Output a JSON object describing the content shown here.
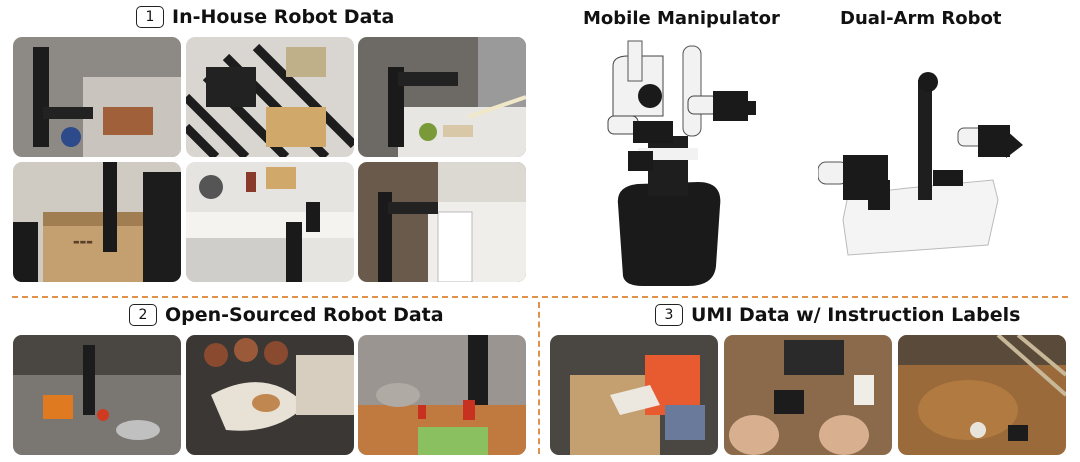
{
  "sections": {
    "in_house": {
      "number": "1",
      "title": "In-House Robot Data"
    },
    "mobile": {
      "title": "Mobile Manipulator"
    },
    "dual_arm": {
      "title": "Dual-Arm Robot"
    },
    "open_sourced": {
      "number": "2",
      "title": "Open-Sourced Robot Data"
    },
    "umi": {
      "number": "3",
      "title": "UMI Data w/ Instruction Labels"
    }
  },
  "colors": {
    "divider": "#e0914a",
    "robot_black": "#1a1a1a",
    "robot_white": "#f2f2f2"
  },
  "photos": {
    "in_house": [
      "robot-sofa-photo",
      "robot-basket-photo",
      "robot-table-fruit-photo",
      "robot-box-photo",
      "robot-kitchen-photo",
      "robot-cabinet-photo"
    ],
    "open_sourced": [
      "robot-pan-photo",
      "robot-bread-photo",
      "robot-bowl-photo"
    ],
    "umi": [
      "umi-tray-photo",
      "umi-hands-photo",
      "umi-wood-table-photo"
    ]
  }
}
